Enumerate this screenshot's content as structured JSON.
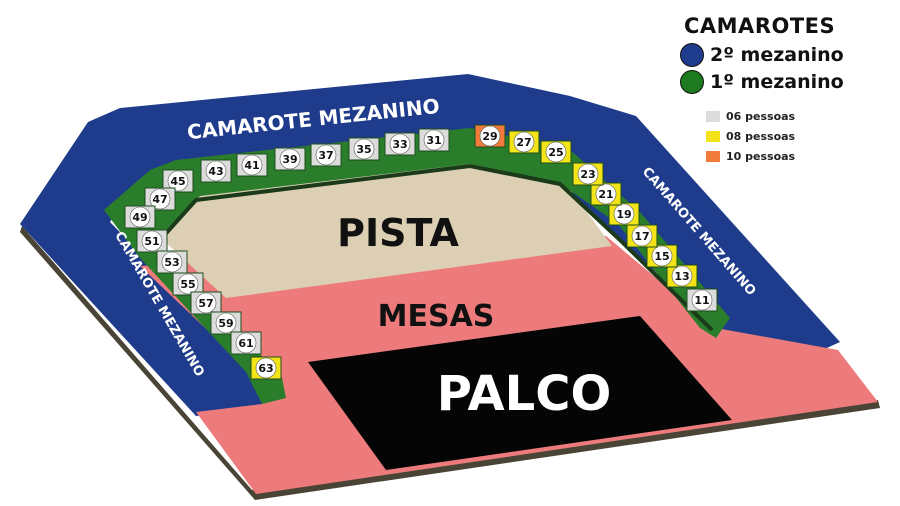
{
  "venue": {
    "camarote_top": "CAMAROTE MEZANINO",
    "camarote_right": "CAMAROTE MEZANINO",
    "camarote_left": "CAMAROTE MEZANINO",
    "pista": "PISTA",
    "mesas": "MESAS",
    "palco": "PALCO"
  },
  "legend": {
    "title": "CAMAROTES",
    "levels": [
      {
        "label": "2º mezanino",
        "color": "#1f3c8c"
      },
      {
        "label": "1º mezanino",
        "color": "#1e7a1e"
      }
    ],
    "capacities": [
      {
        "label": "06 pessoas",
        "color": "#dcdcdc"
      },
      {
        "label": "08 pessoas",
        "color": "#f2e418"
      },
      {
        "label": "10 pessoas",
        "color": "#f07b3a"
      }
    ]
  },
  "colors": {
    "blue": "#1f3c8c",
    "green": "#2a7d2a",
    "pink": "#ee7b7b",
    "tan": "#dccfb4",
    "stage": "#050505",
    "base": "#4a4436"
  },
  "boxes": [
    {
      "number": "11",
      "capacity": "06 pessoas"
    },
    {
      "number": "13",
      "capacity": "08 pessoas"
    },
    {
      "number": "15",
      "capacity": "08 pessoas"
    },
    {
      "number": "17",
      "capacity": "08 pessoas"
    },
    {
      "number": "19",
      "capacity": "08 pessoas"
    },
    {
      "number": "21",
      "capacity": "08 pessoas"
    },
    {
      "number": "23",
      "capacity": "08 pessoas"
    },
    {
      "number": "25",
      "capacity": "08 pessoas"
    },
    {
      "number": "27",
      "capacity": "08 pessoas"
    },
    {
      "number": "29",
      "capacity": "10 pessoas"
    },
    {
      "number": "31",
      "capacity": "06 pessoas"
    },
    {
      "number": "33",
      "capacity": "06 pessoas"
    },
    {
      "number": "35",
      "capacity": "06 pessoas"
    },
    {
      "number": "37",
      "capacity": "06 pessoas"
    },
    {
      "number": "39",
      "capacity": "06 pessoas"
    },
    {
      "number": "41",
      "capacity": "06 pessoas"
    },
    {
      "number": "43",
      "capacity": "06 pessoas"
    },
    {
      "number": "45",
      "capacity": "06 pessoas"
    },
    {
      "number": "47",
      "capacity": "06 pessoas"
    },
    {
      "number": "49",
      "capacity": "06 pessoas"
    },
    {
      "number": "51",
      "capacity": "06 pessoas"
    },
    {
      "number": "53",
      "capacity": "06 pessoas"
    },
    {
      "number": "55",
      "capacity": "06 pessoas"
    },
    {
      "number": "57",
      "capacity": "06 pessoas"
    },
    {
      "number": "59",
      "capacity": "06 pessoas"
    },
    {
      "number": "61",
      "capacity": "06 pessoas"
    },
    {
      "number": "63",
      "capacity": "08 pessoas"
    }
  ]
}
